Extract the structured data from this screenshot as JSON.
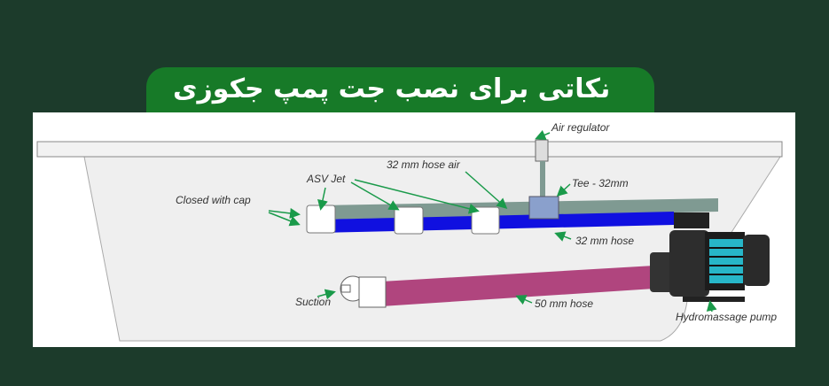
{
  "title": "نکاتی برای نصب جت پمپ جکوزی",
  "diagram": {
    "labels": {
      "air_regulator": "Air regulator",
      "hose_air": "32 mm hose air",
      "asv_jet": "ASV Jet",
      "tee": "Tee - 32mm",
      "closed_with_cap": "Closed with cap",
      "hose_32": "32 mm hose",
      "suction": "Suction",
      "hose_50": "50 mm hose",
      "pump": "Hydromassage pump"
    },
    "colors": {
      "air_hose": "#7f9a92",
      "water_hose": "#1010e0",
      "suction_hose": "#b0457e",
      "arrow": "#1a9a4a",
      "title_bg": "#177a28",
      "page_bg": "#1c3b2b"
    }
  }
}
